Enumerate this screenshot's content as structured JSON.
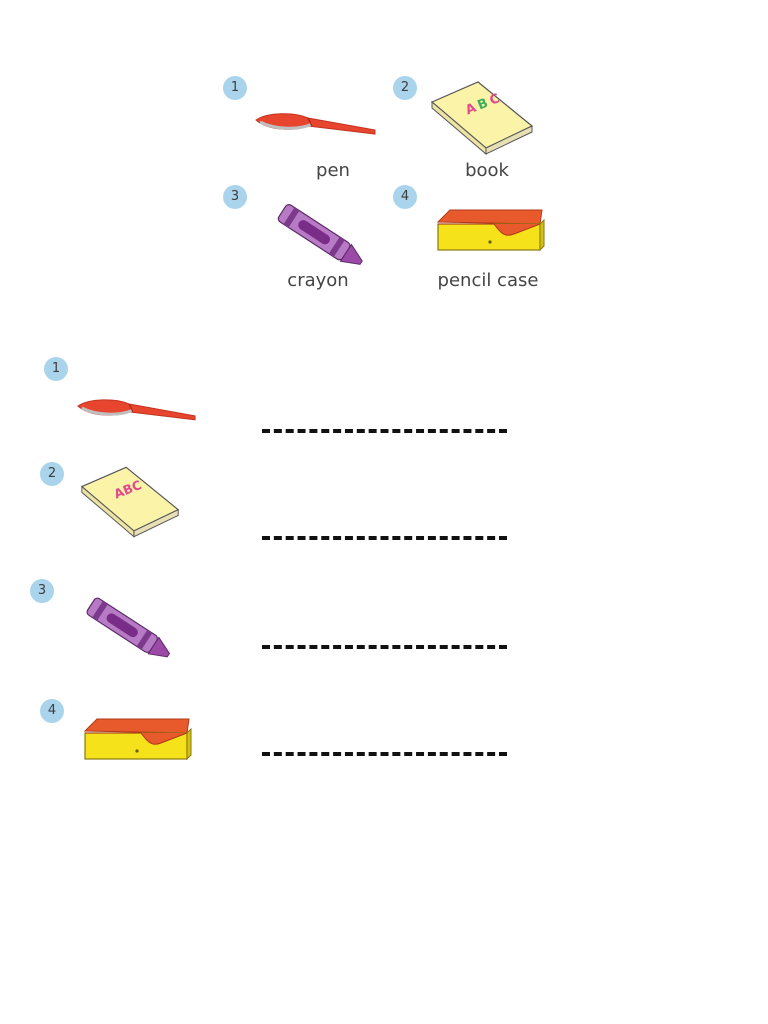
{
  "reference": {
    "items": [
      {
        "number": "1",
        "word": "pen",
        "icon": "pen-icon"
      },
      {
        "number": "2",
        "word": "book",
        "icon": "book-icon"
      },
      {
        "number": "3",
        "word": "crayon",
        "icon": "crayon-icon"
      },
      {
        "number": "4",
        "word": "pencil case",
        "icon": "pencil-case-icon"
      }
    ],
    "book_cover_letters": "ABC"
  },
  "exercise": {
    "items": [
      {
        "number": "1",
        "icon": "pen-icon",
        "answer": ""
      },
      {
        "number": "2",
        "icon": "book-icon",
        "answer": ""
      },
      {
        "number": "3",
        "icon": "crayon-icon",
        "answer": ""
      },
      {
        "number": "4",
        "icon": "pencil-case-icon",
        "answer": ""
      }
    ]
  },
  "colors": {
    "badge": "#a9d4ec",
    "pen": "#e8452f",
    "book": "#fbf3a8",
    "crayon": "#9b4aa8",
    "pencil_case_top": "#e85a2c",
    "pencil_case_body": "#f6e21a"
  }
}
